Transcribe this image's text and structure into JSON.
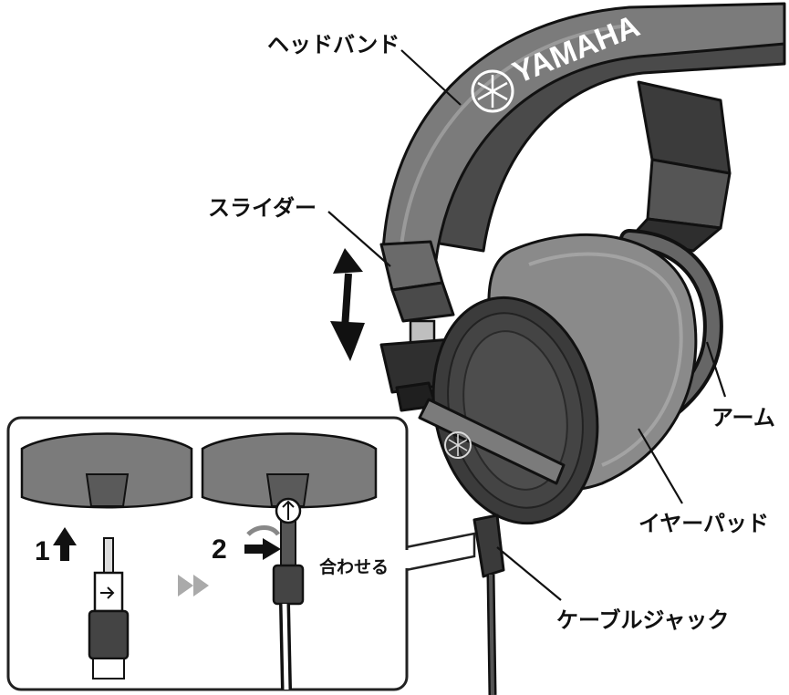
{
  "brand_text": "YAMAHA",
  "colors": {
    "headband": "#7b7b7b",
    "earcup": "#3b3b3b",
    "earpad": "#8a8a8a",
    "outline": "#111111",
    "inset_border": "#222222"
  },
  "labels": {
    "headband": "ヘッドバンド",
    "slider": "スライダー",
    "arm": "アーム",
    "earpad": "イヤーパッド",
    "cable_jack": "ケーブルジャック",
    "align": "合わせる"
  },
  "inset": {
    "step1": "1",
    "step2": "2"
  },
  "icons": [
    "yamaha-logo-icon",
    "double-arrow-icon",
    "up-arrow-icon",
    "right-arrow-icon",
    "chevron-right-icon"
  ]
}
